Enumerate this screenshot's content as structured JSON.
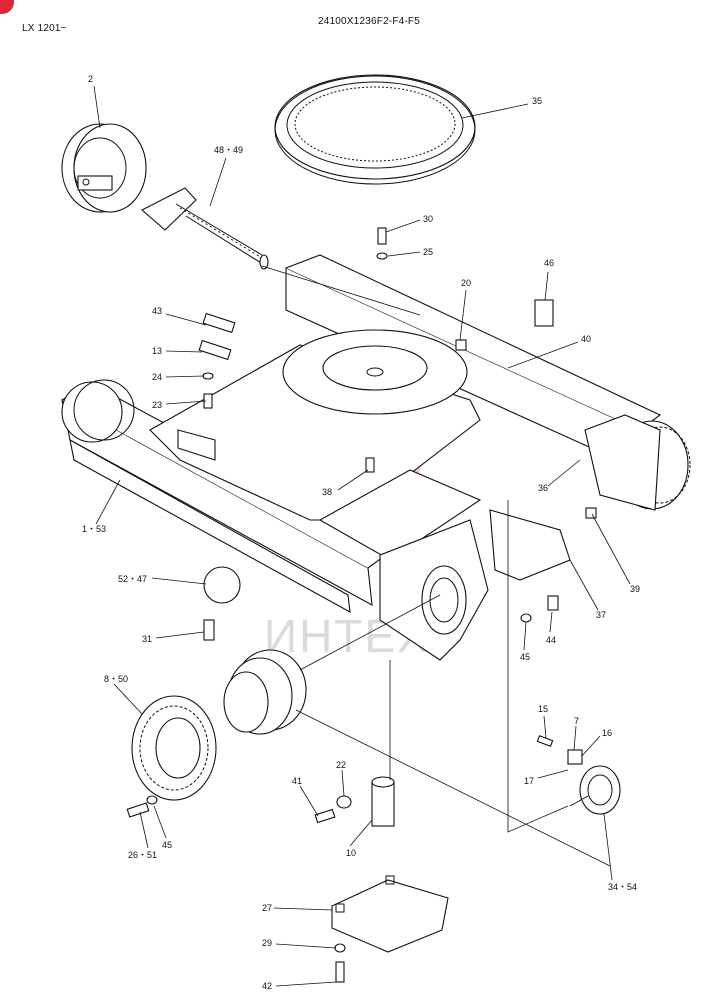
{
  "header": {
    "model_range": "LX 1201~",
    "drawing_code": "24100X1236F2-F4-F5"
  },
  "watermark": {
    "text": "ИНТЕХ",
    "color": "#e2253a"
  },
  "callouts": [
    "2",
    "48・49",
    "35",
    "30",
    "25",
    "46",
    "20",
    "40",
    "43",
    "13",
    "24",
    "23",
    "38",
    "36",
    "1・53",
    "39",
    "52・47",
    "37",
    "44",
    "45",
    "31",
    "8・50",
    "15",
    "7",
    "16",
    "17",
    "41",
    "22",
    "10",
    "26・51",
    "45",
    "34・54",
    "27",
    "29",
    "42"
  ]
}
